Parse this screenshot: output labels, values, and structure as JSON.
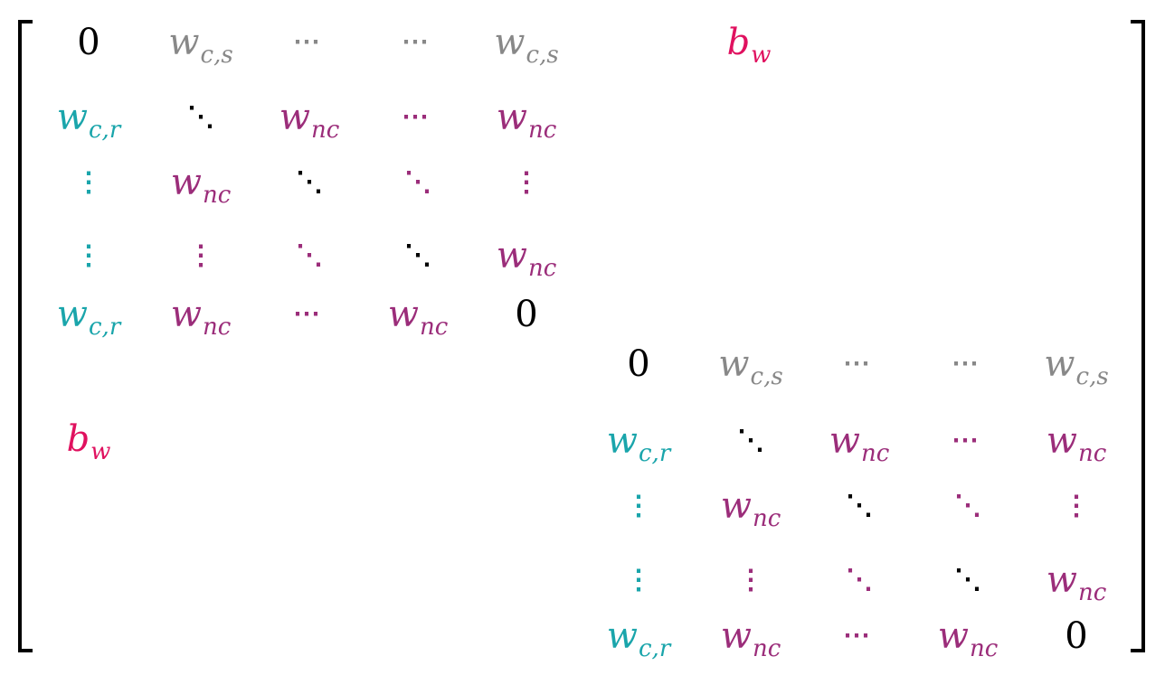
{
  "colors": {
    "zero": "#000000",
    "dots": "#000000",
    "w_cs": "#888888",
    "w_cr": "#1aa5ab",
    "w_nc": "#9b2d7a",
    "b_w": "#e0115f"
  },
  "symbols": {
    "zero": "0",
    "w": "w",
    "b": "b",
    "sub_cs": "c,s",
    "sub_cr": "c,r",
    "sub_nc": "nc",
    "sub_w": "w",
    "hdots": "⋯",
    "vdots": "⋮",
    "ddots": "⋱"
  },
  "blocks": [
    {
      "name": "upper-left-block",
      "rows": [
        [
          "zero",
          "w_cs",
          "hdots",
          "hdots",
          "w_cs"
        ],
        [
          "w_cr",
          "ddots",
          "w_nc",
          "hdots",
          "w_nc"
        ],
        [
          "vdots_cr",
          "w_nc",
          "ddots",
          "ddots_nc",
          "vdots_nc"
        ],
        [
          "vdots_cr",
          "vdots_nc",
          "ddots_nc",
          "ddots",
          "w_nc"
        ],
        [
          "w_cr",
          "w_nc",
          "hdots_nc",
          "w_nc",
          "zero"
        ]
      ]
    },
    {
      "name": "lower-right-block",
      "rows": [
        [
          "zero",
          "w_cs",
          "hdots_cs",
          "hdots_cs",
          "w_cs"
        ],
        [
          "w_cr",
          "ddots",
          "w_nc",
          "hdots_nc",
          "w_nc"
        ],
        [
          "vdots_cr",
          "w_nc",
          "ddots",
          "ddots_nc",
          "vdots_nc"
        ],
        [
          "vdots_cr",
          "vdots_nc",
          "ddots_nc",
          "ddots",
          "w_nc"
        ],
        [
          "w_cr",
          "w_nc",
          "hdots_nc",
          "w_nc",
          "zero"
        ]
      ]
    }
  ],
  "off_diagonal": [
    {
      "name": "bw-upper-right"
    },
    {
      "name": "bw-lower-left"
    }
  ]
}
